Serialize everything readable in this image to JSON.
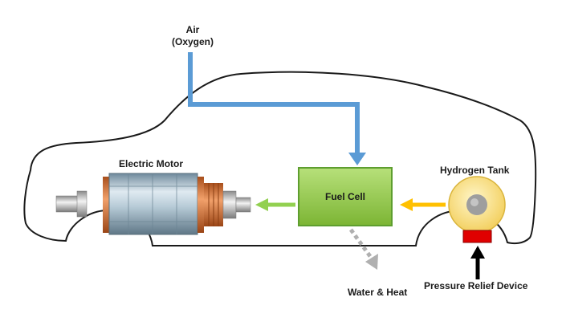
{
  "labels": {
    "air_line1": "Air",
    "air_line2": "(Oxygen)",
    "electric_motor": "Electric Motor",
    "fuel_cell": "Fuel Cell",
    "hydrogen_tank": "Hydrogen Tank",
    "water_heat": "Water & Heat",
    "pressure_relief": "Pressure Relief Device"
  },
  "colors": {
    "car_outline": "#1a1a1a",
    "air_arrow": "#5b9bd5",
    "fuel_cell_fill": "#8dc63f",
    "fuel_cell_border": "#5e9e2f",
    "motor_arrow": "#92d050",
    "hydrogen_arrow": "#ffc000",
    "tank_fill": "#fde68a",
    "tank_core": "#9e9e9e",
    "relief_device": "#e00000",
    "water_arrow": "#b0b0b0",
    "copper": "#d9793a",
    "steel": "#9fb8c8"
  },
  "icons": {
    "motor": "electric-motor-icon",
    "tank": "hydrogen-tank-icon",
    "relief": "pressure-relief-device-icon"
  }
}
